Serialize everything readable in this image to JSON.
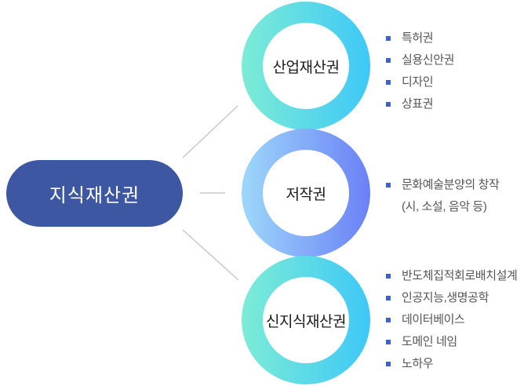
{
  "colors": {
    "root_bg": "#3D57A2",
    "root_text": "#FFFFFF",
    "bullet": "#3E63C4",
    "list_text": "#555555",
    "circle_label_text": "#1B1B1B",
    "connector": "#C9C9C9",
    "gradient_mint_cyan": [
      "#7DECD6",
      "#3EC8F7"
    ],
    "gradient_sky_periwinkle": [
      "#9ED8FB",
      "#6A80F6"
    ]
  },
  "root": {
    "label": "지식재산권"
  },
  "groups": [
    {
      "id": "industrial-property-rights",
      "label": "산업재산권",
      "gradient": [
        "#7DECD6",
        "#3EC8F7"
      ],
      "items": [
        {
          "lines": [
            "특허권"
          ]
        },
        {
          "lines": [
            "실용신안권"
          ]
        },
        {
          "lines": [
            "디자인"
          ]
        },
        {
          "lines": [
            "상표권"
          ]
        }
      ]
    },
    {
      "id": "copyright",
      "label": "저작권",
      "gradient": [
        "#9ED8FB",
        "#6A80F6"
      ],
      "items": [
        {
          "lines": [
            "문화예술분양의 창작",
            "(시, 소설, 음악 등)"
          ]
        }
      ]
    },
    {
      "id": "new-intellectual-property-rights",
      "label": "신지식재산권",
      "gradient": [
        "#7DECD6",
        "#3EC8F7"
      ],
      "items": [
        {
          "lines": [
            "반도체집적회로배치설계"
          ]
        },
        {
          "lines": [
            "인공지능,생명공학"
          ]
        },
        {
          "lines": [
            "데이터베이스"
          ]
        },
        {
          "lines": [
            "도메인 네임"
          ]
        },
        {
          "lines": [
            "노하우"
          ]
        }
      ]
    }
  ]
}
